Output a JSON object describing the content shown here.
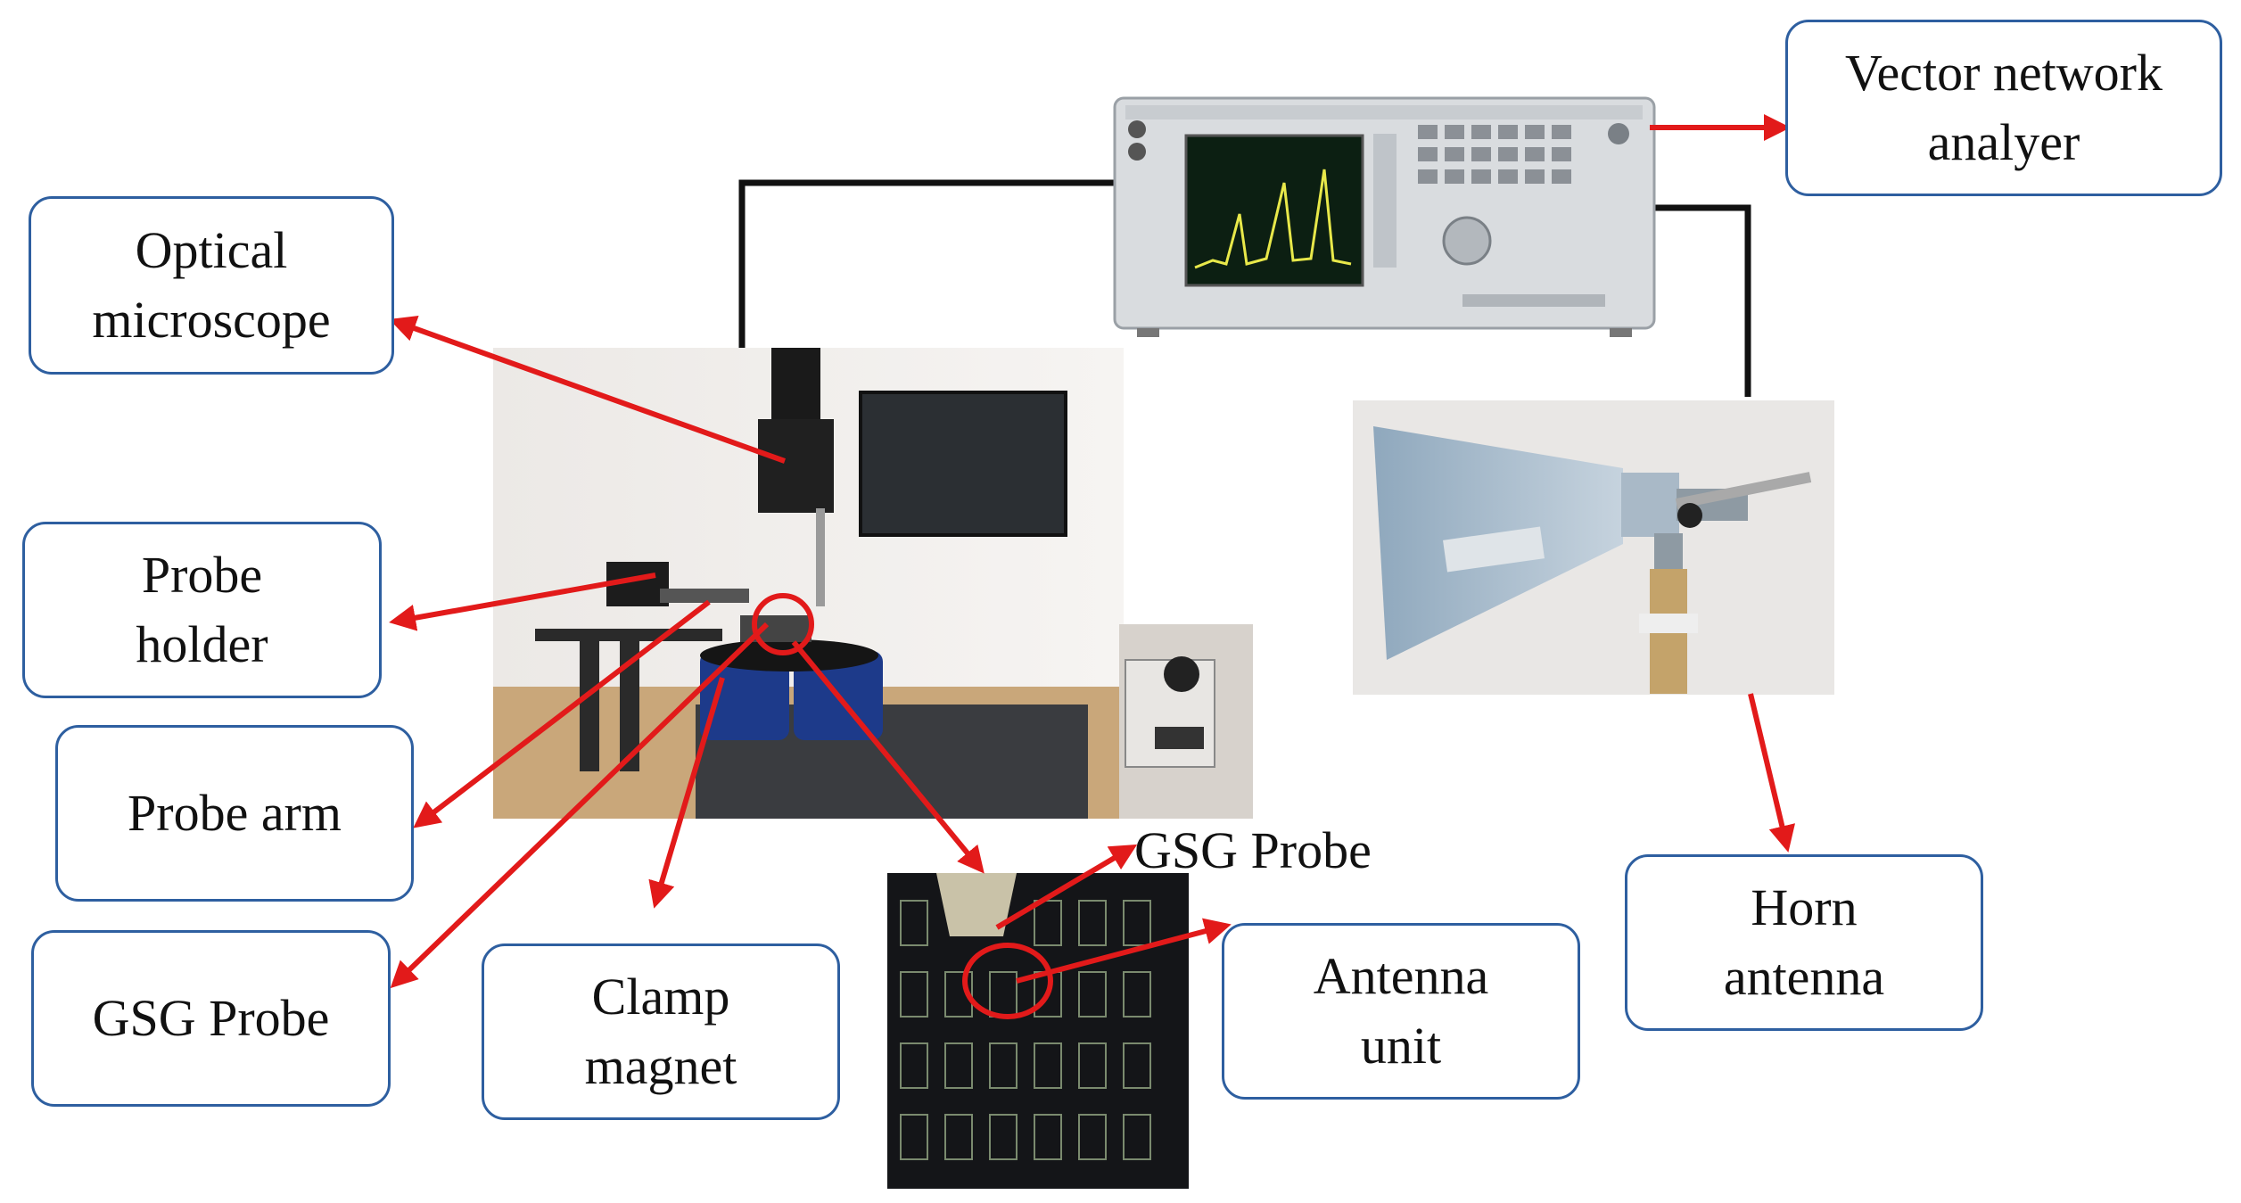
{
  "labels": {
    "vna": [
      "Vector network",
      "analyer"
    ],
    "optical": [
      "Optical",
      "microscope"
    ],
    "holder": [
      "Probe",
      "holder"
    ],
    "arm": [
      "Probe arm"
    ],
    "gsg_left": [
      "GSG Probe"
    ],
    "clamp": [
      "Clamp",
      "magnet"
    ],
    "antenna_unit": [
      "Antenna",
      "unit"
    ],
    "horn": [
      "Horn",
      "antenna"
    ],
    "gsg_top": "GSG Probe"
  },
  "colors": {
    "arrow": "#e21a1a",
    "box_border": "#2e5fa0",
    "cable": "#111111",
    "highlight": "#e21a1a"
  }
}
